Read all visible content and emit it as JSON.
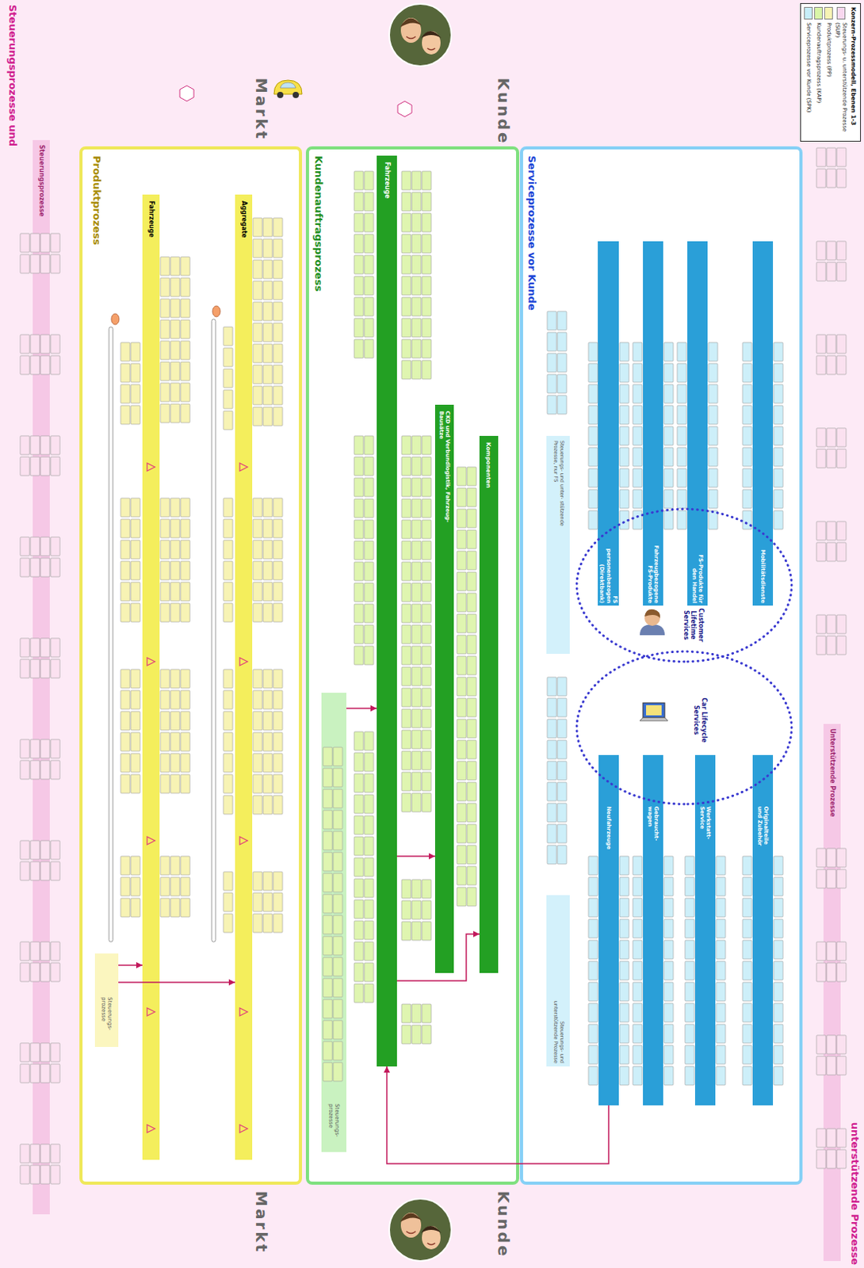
{
  "diagram": {
    "title": "Konzern-Prozessmodell, Ebenen 1-3",
    "nodes": [
      {
        "text": [
          "Steuerungsprozesse und",
          "unterstützende Prozesse"
        ]
      },
      {
        "text": [
          "Steuerungsprozesse"
        ],
        "in": 0
      },
      {
        "text": [
          "Produktprozess"
        ],
        "in": 0
      },
      {
        "text": [
          "Fahrzeuge"
        ],
        "in": 2
      },
      {
        "text": [
          "Aggregate"
        ],
        "in": 2
      },
      {
        "text": [
          "Steuerungs- prozesse"
        ],
        "in": 2
      },
      {
        "text": [
          "Kundenauftragsprozess"
        ],
        "in": 0
      },
      {
        "text": [
          "Fahrzeuge"
        ],
        "in": 6
      },
      {
        "text": [
          "CKD und Verbundlogistik, Fahrzeug-Bausätze"
        ],
        "in": 6
      },
      {
        "text": [
          "Komponenten"
        ],
        "in": 6
      },
      {
        "text": [
          "Steuerungs- prozesse"
        ],
        "in": 6
      },
      {
        "text": [
          "Serviceprozesse vor Kunde"
        ],
        "in": 0
      },
      {
        "text": [
          "Steuerungs- und unter- stützende Prozesse, nur FS"
        ],
        "in": 11
      },
      {
        "text": [
          "FS personenbezogen (Direktbank)"
        ],
        "in": 11
      },
      {
        "text": [
          "Fahrzeugbezogene FS-Produkte"
        ],
        "in": 11
      },
      {
        "text": [
          "FS-Produkte für den Handel"
        ],
        "in": 11
      },
      {
        "text": [
          "Mobilitätsdienste"
        ],
        "in": 11
      },
      {
        "text": [
          "Customer Lifetime Services"
        ],
        "in": 11
      },
      {
        "text": [
          "Car Lifecycle Services"
        ],
        "in": 11
      },
      {
        "text": [
          "Neufahrzeuge"
        ],
        "in": 11
      },
      {
        "text": [
          "Gebraucht- wagen"
        ],
        "in": 11
      },
      {
        "text": [
          "Werkstatt- Service"
        ],
        "in": 11
      },
      {
        "text": [
          "Originalteile und Zubehör"
        ],
        "in": 11
      },
      {
        "text": [
          "Steuerungs- und unterstützende Prozesse"
        ],
        "in": 11
      },
      {
        "text": [
          "Unterstützende Prozesse"
        ],
        "in": 0
      }
    ],
    "edges": [
      {
        "from": 5,
        "to": 3,
        "arrow": "to"
      },
      {
        "from": 5,
        "to": 4,
        "arrow": "to"
      },
      {
        "from": 10,
        "to": 7,
        "arrow": "to"
      },
      {
        "from": 7,
        "to": 8,
        "arrow": "to"
      },
      {
        "from": 7,
        "to": 9,
        "arrow": "to"
      },
      {
        "from": 19,
        "to": 7,
        "arrow": "to"
      }
    ],
    "labels": [
      "Markt",
      "Kunde",
      "Markt",
      "Kunde"
    ],
    "legend": [
      {
        "text": "Steuerungs- u. unterstützende Prozesse (SUP)",
        "color": "#f9d8ef"
      },
      {
        "text": "Produktprozess (PP)",
        "color": "#f7f3b4"
      },
      {
        "text": "Kundenauftragsprozess (KAP)",
        "color": "#d9f5a8"
      },
      {
        "text": "Serviceprozesse vor Kunde (SPK)",
        "color": "#c7eefa"
      }
    ]
  }
}
